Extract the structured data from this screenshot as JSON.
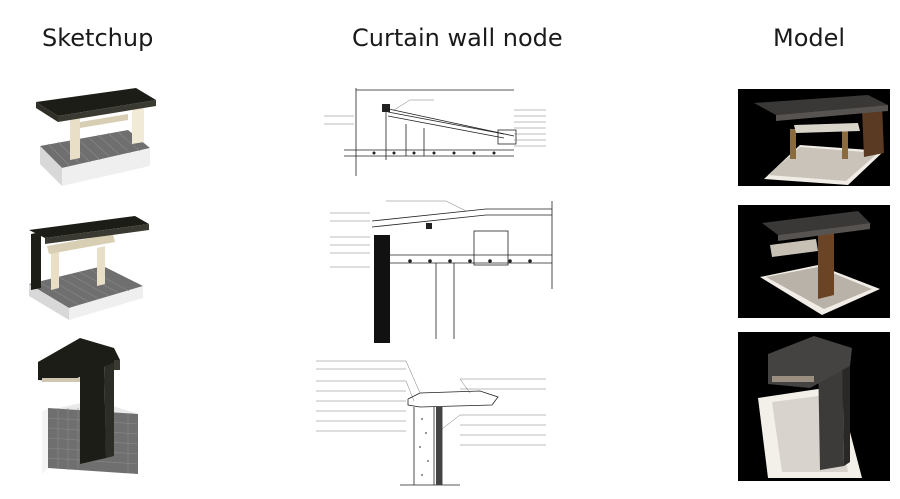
{
  "columns": {
    "sketchup": {
      "title": "Sketchup"
    },
    "curtain_wall": {
      "title": "Curtain wall node"
    },
    "model": {
      "title": "Model"
    }
  },
  "colors": {
    "background": "#ffffff",
    "title_text": "#1a1a1a",
    "roof_dark": "#1d1d18",
    "wood_light": "#e8dfc6",
    "floor_grid": "#6f6f6f",
    "photo_background": "#000000"
  }
}
